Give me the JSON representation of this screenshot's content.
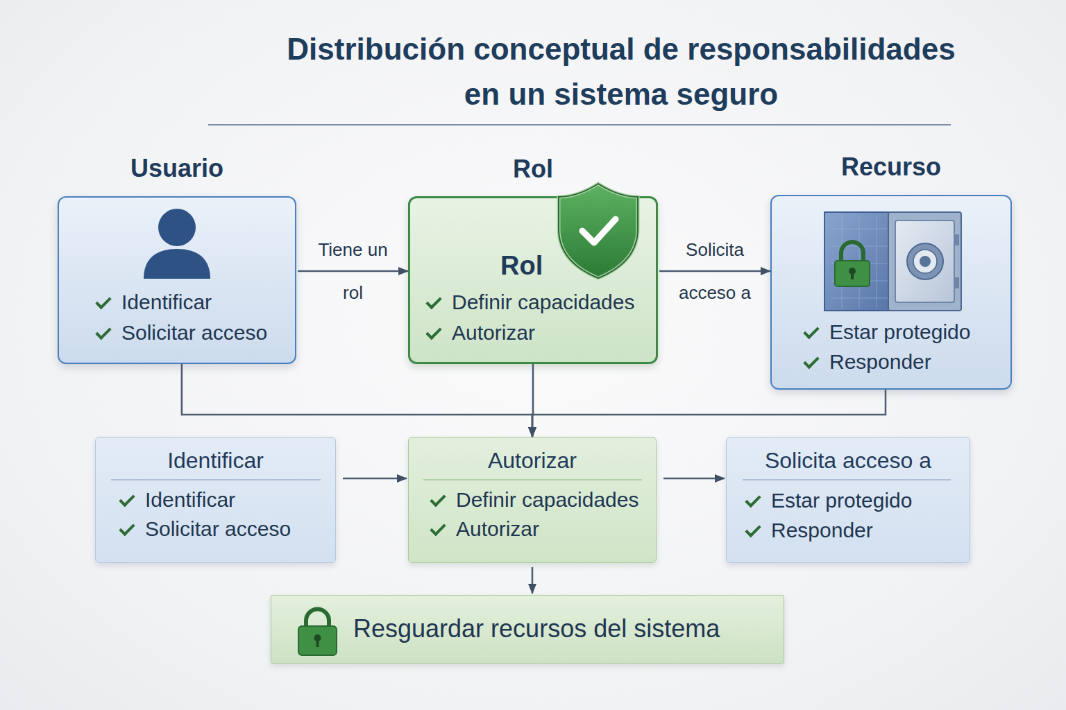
{
  "diagram": {
    "title": "Distribución conceptual de responsabilidades en un sistema seguro",
    "nodes": [
      {
        "text": [
          "Usuario",
          "Identificar",
          "Solicitar acceso"
        ]
      },
      {
        "text": [
          "Rol",
          "Rol",
          "Definir capacidades",
          "Autorizar"
        ]
      },
      {
        "text": [
          "Recurso",
          "Estar protegido",
          "Responder"
        ]
      },
      {
        "text": [
          "Identificar",
          "Identificar",
          "Solicitar acceso"
        ]
      },
      {
        "text": [
          "Autorizar",
          "Definir capacidades",
          "Autorizar"
        ]
      },
      {
        "text": [
          "Solicita acceso a",
          "Estar protegido",
          "Responder"
        ]
      },
      {
        "text": [
          "Resguardar recursos del sistema"
        ]
      }
    ],
    "edges": [
      {
        "from": 0,
        "to": 1,
        "label": "Tiene un rol",
        "arrow": "to"
      },
      {
        "from": 1,
        "to": 2,
        "label": "Solicita acceso a",
        "arrow": "to"
      },
      {
        "from": 0,
        "to": 4,
        "arrow": "to"
      },
      {
        "from": 1,
        "to": 4,
        "arrow": "to"
      },
      {
        "from": 2,
        "to": 4,
        "arrow": "to"
      },
      {
        "from": 3,
        "to": 4,
        "arrow": "to"
      },
      {
        "from": 4,
        "to": 5,
        "arrow": "to"
      },
      {
        "from": 4,
        "to": 6,
        "arrow": "to"
      }
    ]
  }
}
